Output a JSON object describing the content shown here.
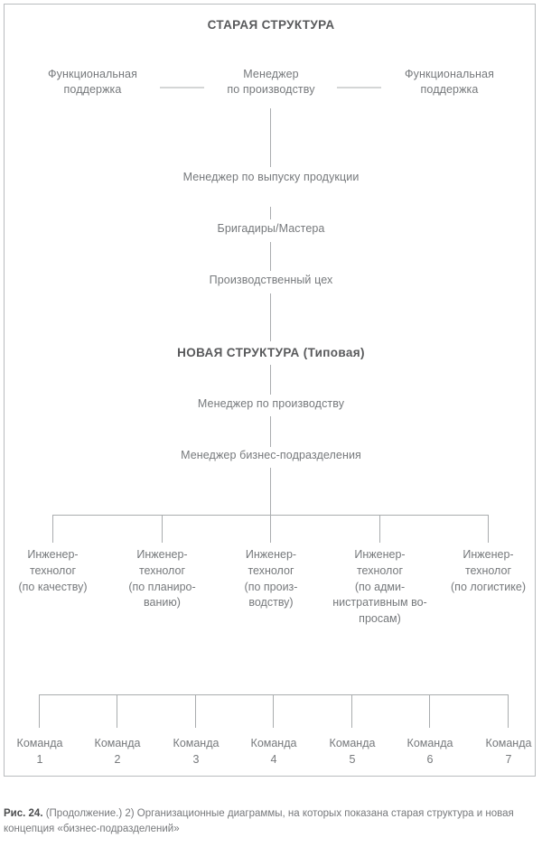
{
  "figure": {
    "old_structure": {
      "title": "СТАРАЯ СТРУКТУРА",
      "left_support": "Функциональная\nподдержка",
      "top_manager": "Менеджер\nпо производству",
      "right_support": "Функциональная\nподдержка",
      "chain": [
        "Менеджер по выпуску продукции",
        "Бригадиры/Мастера",
        "Производственный цех"
      ]
    },
    "new_structure": {
      "title": "НОВАЯ СТРУКТУРА (Типовая)",
      "chain": [
        "Менеджер по производству",
        "Менеджер бизнес-подразделения"
      ],
      "engineers": [
        "Инженер-\nтехнолог\n(по качеству)",
        "Инженер-\nтехнолог\n(по планиро-\nванию)",
        "Инженер-\nтехнолог\n(по произ-\nводству)",
        "Инженер-\nтехнолог\n(по адми-\nнистративным во-\nпросам)",
        "Инженер-\nтехнолог\n(по логистике)"
      ],
      "teams": [
        "Команда\n1",
        "Команда\n2",
        "Команда\n3",
        "Команда\n4",
        "Команда\n5",
        "Команда\n6",
        "Команда\n7"
      ]
    },
    "caption": {
      "label": "Рис. 24.",
      "text": " (Продолжение.) 2) Организационные диаграммы, на которых показана старая структура и новая концепция «бизнес-подразделений»"
    },
    "colors": {
      "line": "#a9acae",
      "text": "#76797c",
      "title": "#58595b",
      "frame": "#b9bcbe",
      "background": "#ffffff"
    }
  }
}
